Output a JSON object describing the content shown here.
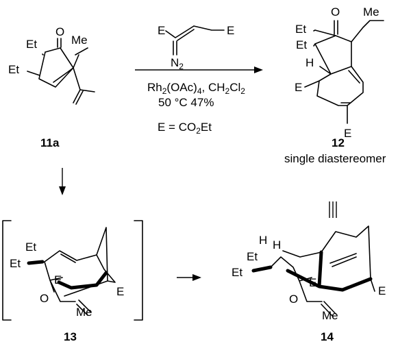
{
  "compounds": {
    "c11a": {
      "label": "11a"
    },
    "c12": {
      "label": "12",
      "caption": "single diastereomer"
    },
    "c13": {
      "label": "13"
    },
    "c14": {
      "label": "14"
    }
  },
  "atoms": {
    "O": "O",
    "Me": "Me",
    "Et": "Et",
    "E": "E",
    "H": "H",
    "N": "N",
    "two": "2"
  },
  "reaction": {
    "catalyst": "Rh",
    "catalyst_sub": "2",
    "catalyst_rest": "(OAc)",
    "catalyst_sub2": "4",
    "solvent_sep": ", CH",
    "solvent_sub": "2",
    "solvent_rest": "Cl",
    "solvent_sub2": "2",
    "conditions": "50 °C  47%",
    "def_prefix": "E = CO",
    "def_sub": "2",
    "def_suffix": "Et"
  },
  "symbols": {
    "equivalence": "|||"
  }
}
